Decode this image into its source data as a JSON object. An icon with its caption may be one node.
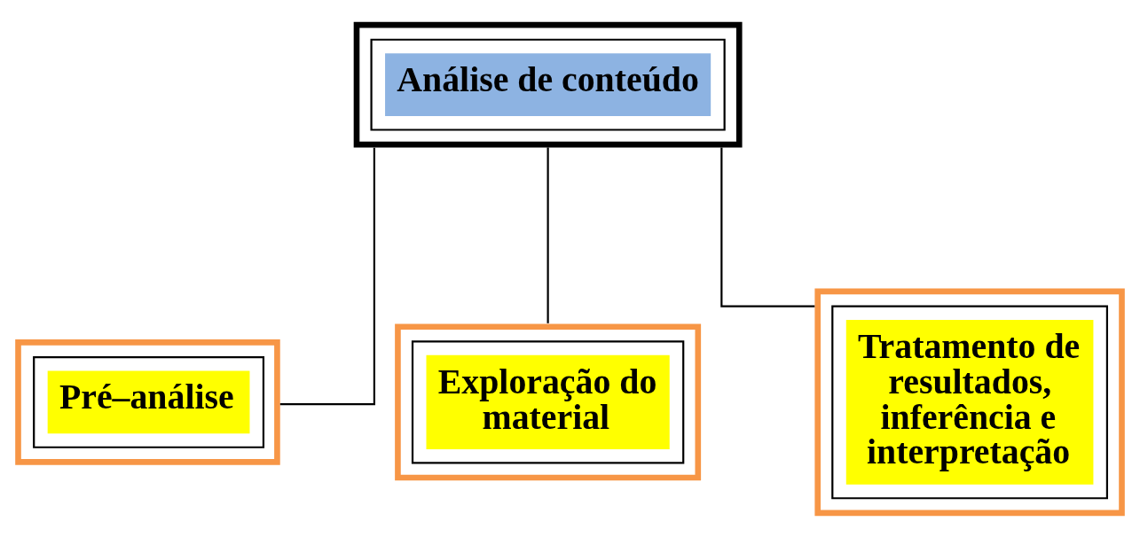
{
  "diagram": {
    "nodes": [
      {
        "text": [
          "Análise de conteúdo"
        ]
      },
      {
        "text": [
          "Pré–análise"
        ]
      },
      {
        "text": [
          "Exploração do material"
        ]
      },
      {
        "text": [
          "Tratamento de resultados, inferência e interpretação"
        ]
      }
    ],
    "edges": [
      {
        "from": 0,
        "to": 1,
        "arrow": "none"
      },
      {
        "from": 0,
        "to": 2,
        "arrow": "none"
      },
      {
        "from": 0,
        "to": 3,
        "arrow": "none"
      }
    ]
  }
}
